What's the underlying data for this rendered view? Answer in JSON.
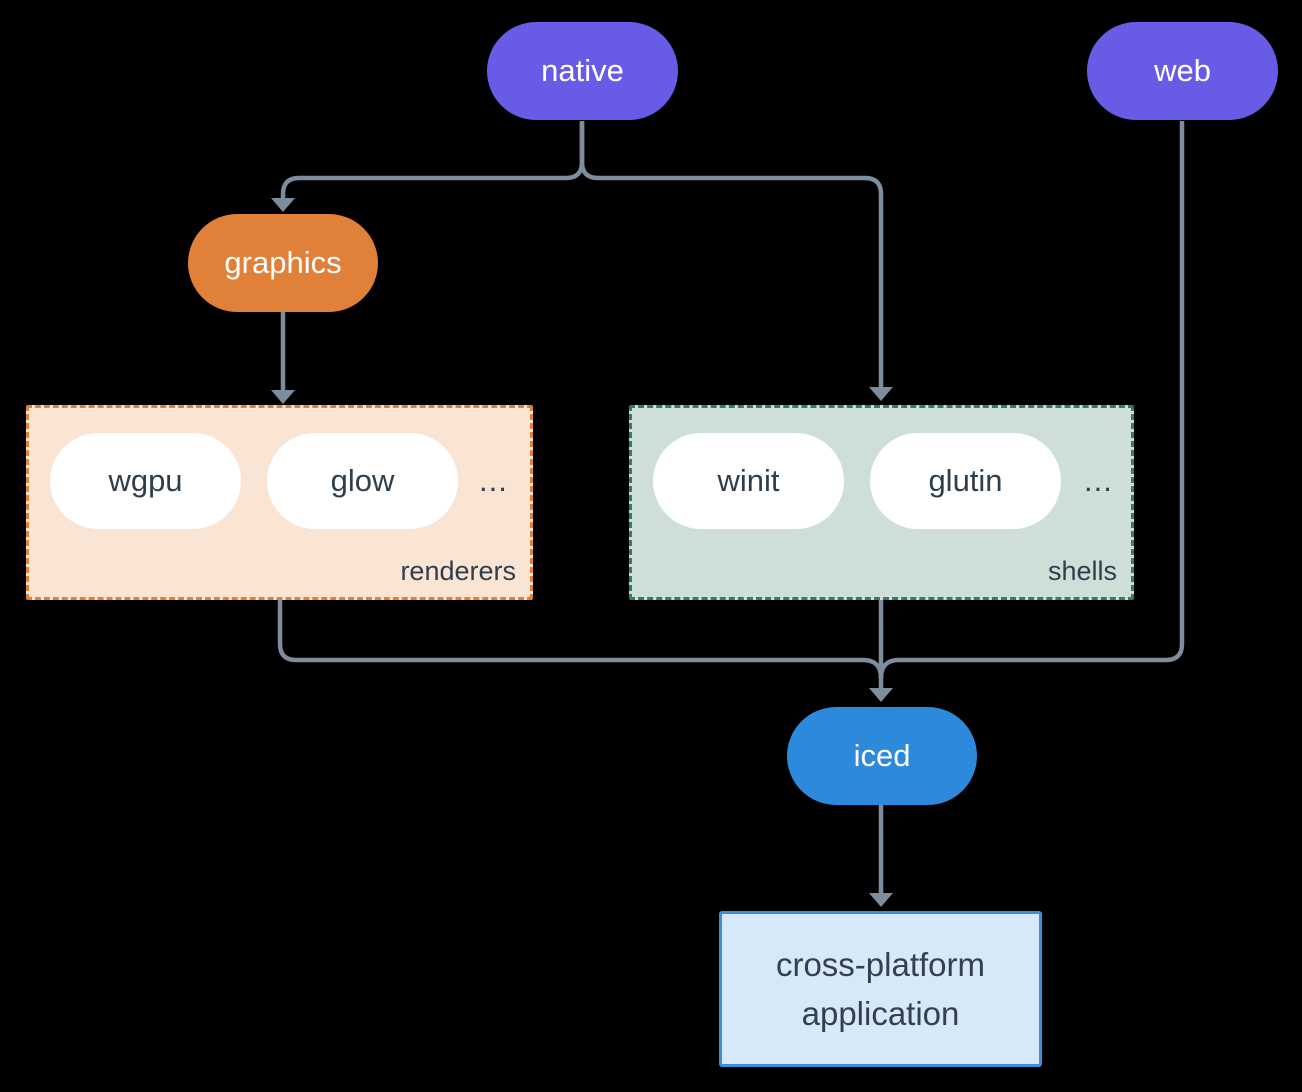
{
  "nodes": {
    "native": "native",
    "web": "web",
    "graphics": "graphics",
    "iced": "iced",
    "application": "cross-platform application"
  },
  "groups": {
    "renderers": {
      "label": "renderers",
      "items": [
        "wgpu",
        "glow"
      ],
      "more": "..."
    },
    "shells": {
      "label": "shells",
      "items": [
        "winit",
        "glutin"
      ],
      "more": "..."
    }
  },
  "colors": {
    "background": "#000000",
    "platform_pill": "#685CE6",
    "graphics_pill": "#E08039",
    "iced_pill": "#2D89DB",
    "white_pill": "#FFFFFF",
    "renderers_fill": "#FAE4D3",
    "renderers_border": "#E08039",
    "shells_fill": "#CEDFD9",
    "shells_border": "#2F7D6E",
    "application_fill": "#D7E8F8",
    "application_border": "#3E8FDB",
    "connector": "#7D8D9D",
    "dark_text": "#2F3E4D",
    "light_text": "#FFFFFF"
  }
}
